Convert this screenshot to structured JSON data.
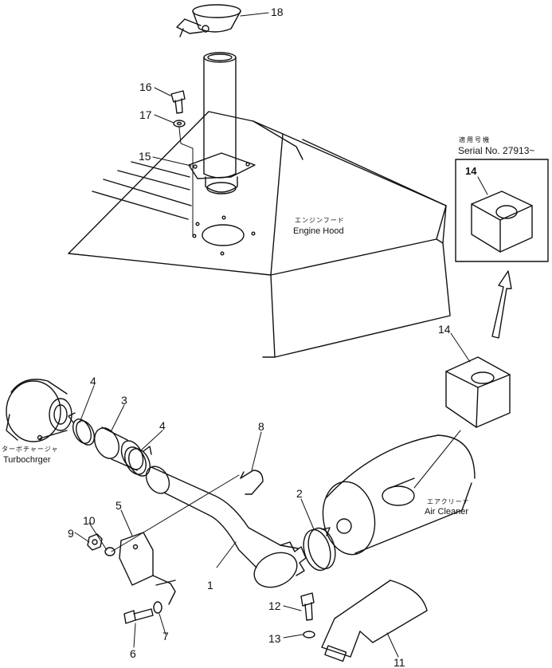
{
  "labels": {
    "engine_hood_jp": "エンジンフード",
    "engine_hood_en": "Engine Hood",
    "turbo_jp": "ターボチャージャ",
    "turbo_en": "Turbochrger",
    "air_cleaner_jp": "エアクリーナ",
    "air_cleaner_en": "Air Cleaner"
  },
  "serial": {
    "jp": "適用号機",
    "text": "Serial  No.  27913~",
    "inset_part": "14"
  },
  "callouts": [
    "1",
    "2",
    "3",
    "4",
    "4",
    "5",
    "6",
    "7",
    "8",
    "9",
    "10",
    "11",
    "12",
    "13",
    "14",
    "15",
    "16",
    "17",
    "18"
  ],
  "colors": {
    "ink": "#111111",
    "paper": "#ffffff"
  }
}
